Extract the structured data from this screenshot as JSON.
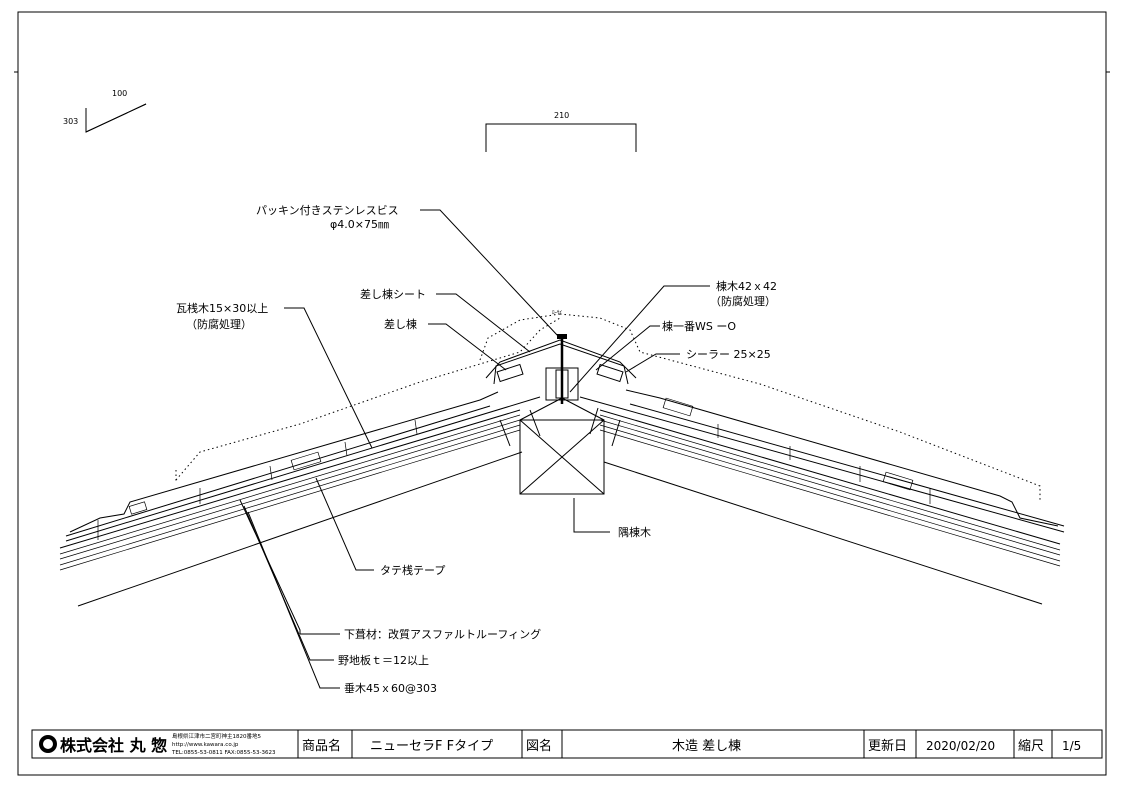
{
  "drawing": {
    "pitch": {
      "rise": "100",
      "run": "303"
    },
    "dimension_top": "210",
    "dimension_small": "ﾛｰｻｲ",
    "labels": {
      "screw_line1": "パッキン付きステンレスビス",
      "screw_line2": "φ4.0×75㎜",
      "sheet": "差し棟シート",
      "sashimune": "差し棟",
      "batten_line1": "瓦桟木15×30以上",
      "batten_line2": "（防腐処理）",
      "ridge_timber_line1": "棟木42ｘ42",
      "ridge_timber_line2": "（防腐処理）",
      "mune_ichiban": "棟一番WS ーO",
      "sealer": "シーラー  25×25",
      "sumimunegi": "隅棟木",
      "tape": "タテ桟テープ",
      "underlay": "下葺材：改質アスファルトルーフィング",
      "sheathing": "野地板ｔ＝12以上",
      "rafter": "垂木45ｘ60@303"
    }
  },
  "title_block": {
    "company": "株式会社 丸 惣",
    "address": "島根県江津市二宮町神主1820番地5",
    "url": "http://www.kawara.co.jp",
    "tel": "TEL:0855-53-0811  FAX:0855-53-3623",
    "product_label": "商品名",
    "product": "ニューセラF Fタイプ",
    "drawing_label": "図名",
    "drawing_name": "木造 差し棟",
    "updated_label": "更新日",
    "updated": "2020/02/20",
    "scale_label": "縮尺",
    "scale": "1/5"
  }
}
